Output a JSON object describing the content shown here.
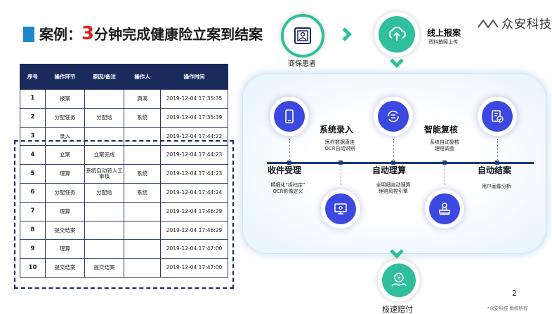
{
  "title": {
    "prefix": "案例：",
    "number": "3",
    "suffix": "分钟完成健康险立案到结案"
  },
  "logo": {
    "text": "众安科技"
  },
  "table": {
    "headers": [
      "序号",
      "操作环节",
      "原因/备注",
      "操作人",
      "操作时间"
    ],
    "rows": [
      [
        "1",
        "报案",
        "",
        "滴滴",
        "2019-12-04  17:35:35"
      ],
      [
        "2",
        "分配任务",
        "分配给",
        "系统",
        "2019-12-04  17:35:39"
      ],
      [
        "3",
        "录入",
        "",
        "",
        "2019-12-04  17:44:22"
      ],
      [
        "4",
        "立案",
        "立案完成",
        "",
        "2019-12-04  17:44:23"
      ],
      [
        "5",
        "理算",
        "系统自动转人工审核",
        "系统",
        "2019-12-04  17:44:23"
      ],
      [
        "6",
        "分配任务",
        "分配给",
        "系统",
        "2019-12-04  17:44:24"
      ],
      [
        "7",
        "理算",
        "",
        "",
        "2019-12-04  17:46:29"
      ],
      [
        "8",
        "提交结案",
        "",
        "",
        "2019-12-04  17:46:29"
      ],
      [
        "9",
        "理算",
        "",
        "",
        "2019-12-04  17:47:00"
      ],
      [
        "10",
        "提交结案",
        "提交结案",
        "",
        "2019-12-04  17:47:00"
      ]
    ]
  },
  "flow": {
    "patient": {
      "label": "商保患者",
      "icon": "id-card-icon"
    },
    "online": {
      "label": "线上报案",
      "sub": "资料拍照上传",
      "icon": "cloud-upload-icon"
    },
    "pay": {
      "label": "极速赔付",
      "icon": "money-hand-icon"
    }
  },
  "stages": {
    "receive": {
      "title": "收件受理",
      "desc1": "精细化“拆扫定”",
      "desc2": "OCR影像定义",
      "icon": "smartphone-icon"
    },
    "entry": {
      "title": "系统录入",
      "desc1": "医疗数据直连",
      "desc2": "OCR自动识别",
      "icon": "monitor-icon"
    },
    "calc": {
      "title": "自动理算",
      "desc1": "全明细自动理算",
      "desc2": "理赔风控引擎",
      "icon": "refresh-list-icon"
    },
    "review": {
      "title": "智能复核",
      "desc1": "系统自动复核",
      "desc2": "理赔调查",
      "icon": "stamp-icon"
    },
    "close": {
      "title": "自动结案",
      "desc1": "用户画像分析",
      "icon": "document-check-icon"
    }
  },
  "page": {
    "number": "2",
    "copyright": "*众安科技  版权所有"
  },
  "colors": {
    "accent": "#2fbf9c",
    "navy": "#1b2a5c",
    "node": "#3b49e0",
    "titleRed": "#e02020"
  }
}
